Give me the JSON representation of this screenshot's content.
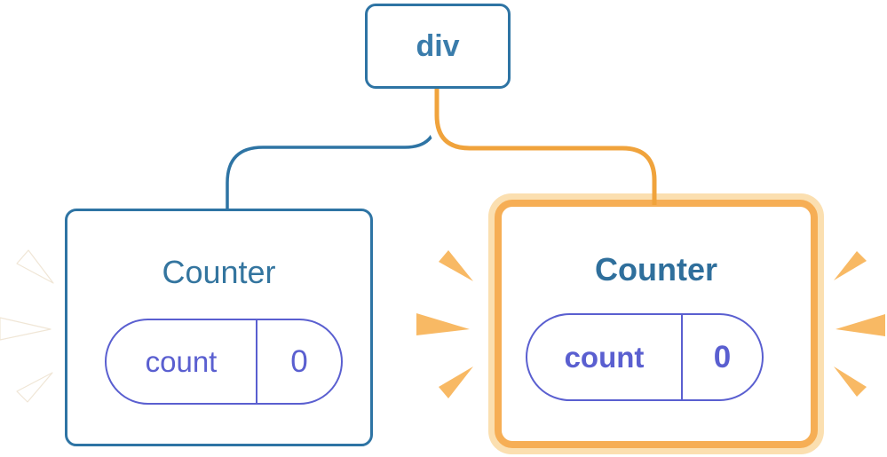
{
  "root_node": {
    "label": "div"
  },
  "cards": {
    "left": {
      "title": "Counter",
      "state_key": "count",
      "state_value": "0",
      "highlighted": false
    },
    "right": {
      "title": "Counter",
      "state_key": "count",
      "state_value": "0",
      "highlighted": true
    }
  },
  "colors": {
    "blue_stroke": "#2e74a4",
    "blue_text": "#3a7cab",
    "title_blue": "#34759f",
    "title_blue_bold": "#2f6f9c",
    "indigo_pill": "#5a5fd0",
    "orange_connector": "#f0a33c",
    "orange_card_border": "#f6ae55",
    "peach_outer_ring": "#fbdfb0",
    "burst_orange": "#f8b964",
    "burst_white": "#ffffff"
  }
}
